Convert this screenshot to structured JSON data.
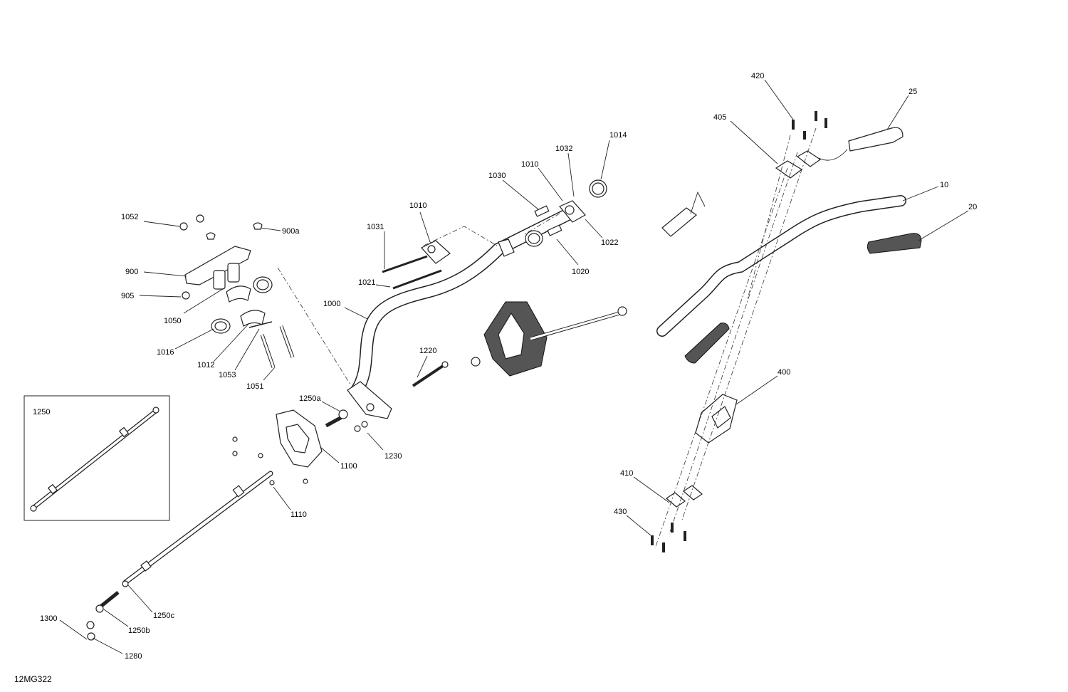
{
  "drawing_ref": "12MG322",
  "inset_label": "1250",
  "callouts": {
    "c1052": "1052",
    "c900a": "900a",
    "c900": "900",
    "c905": "905",
    "c1050": "1050",
    "c1016": "1016",
    "c1012": "1012",
    "c1053": "1053",
    "c1051": "1051",
    "c1031": "1031",
    "c1010a": "1010",
    "c1021": "1021",
    "c1000": "1000",
    "c1030": "1030",
    "c1010b": "1010",
    "c1032": "1032",
    "c1014": "1014",
    "c1022": "1022",
    "c1020": "1020",
    "c1220": "1220",
    "c1250a": "1250a",
    "c1230": "1230",
    "c1100": "1100",
    "c1110": "1110",
    "c1250c": "1250c",
    "c1250b": "1250b",
    "c1300": "1300",
    "c1280": "1280",
    "c420": "420",
    "c25": "25",
    "c405": "405",
    "c10": "10",
    "c20": "20",
    "c400": "400",
    "c410": "410",
    "c430": "430"
  }
}
